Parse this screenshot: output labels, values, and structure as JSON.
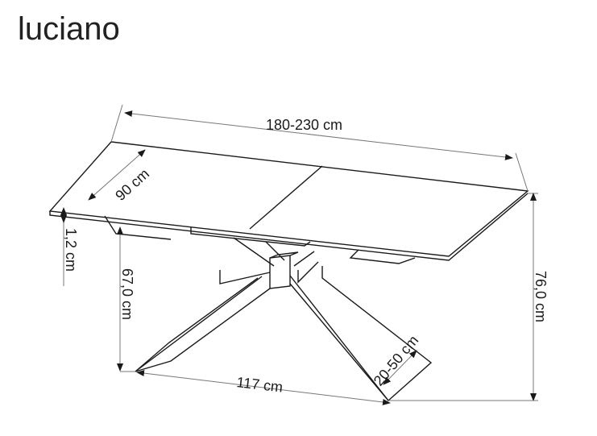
{
  "title": "luciano",
  "dimensions": {
    "length": "180-230 cm",
    "width": "90 cm",
    "top_thickness": "1,2 cm",
    "clearance_height": "67,0 cm",
    "total_height": "76,0 cm",
    "leg_span": "117 cm",
    "leg_width": "20-50 cm"
  }
}
